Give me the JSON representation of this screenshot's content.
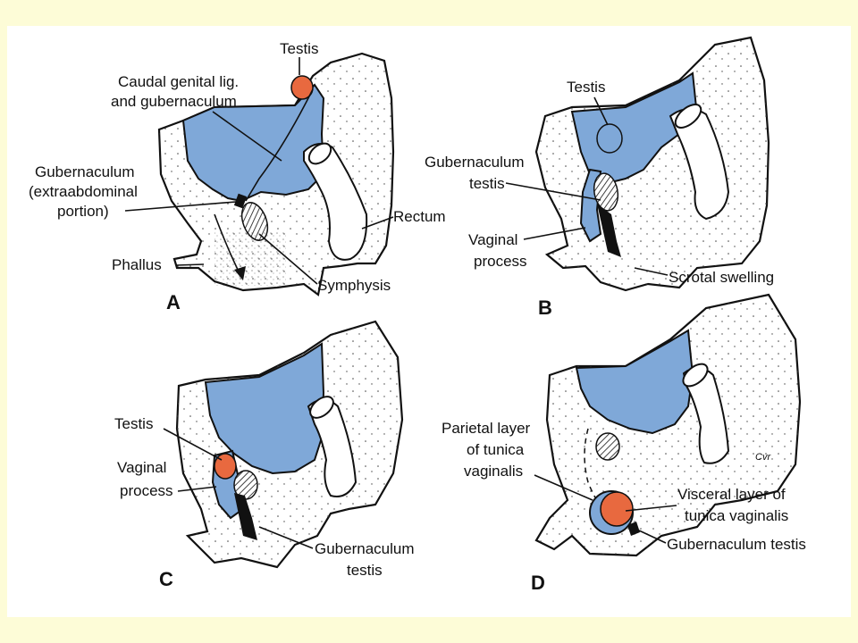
{
  "colors": {
    "background": "#fdfcd7",
    "frame": "#ffffff",
    "peritoneum_blue": "#7fa8d8",
    "testis_orange": "#e8693f"
  },
  "panel_a": {
    "letter": "A",
    "labels": {
      "testis": "Testis",
      "caudal_line1": "Caudal genital lig.",
      "caudal_line2": "and gubernaculum",
      "guber_line1": "Gubernaculum",
      "guber_line2": "(extraabdominal",
      "guber_line3": "portion)",
      "rectum": "Rectum",
      "phallus": "Phallus",
      "symphysis": "Symphysis"
    }
  },
  "panel_b": {
    "letter": "B",
    "labels": {
      "testis": "Testis",
      "guber_line1": "Gubernaculum",
      "guber_line2": "testis",
      "vaginal_line1": "Vaginal",
      "vaginal_line2": "process",
      "scrotal": "Scrotal swelling"
    }
  },
  "panel_c": {
    "letter": "C",
    "labels": {
      "testis": "Testis",
      "vaginal_line1": "Vaginal",
      "vaginal_line2": "process",
      "guber_line1": "Gubernaculum",
      "guber_line2": "testis"
    }
  },
  "panel_d": {
    "letter": "D",
    "signature": "Cvr",
    "labels": {
      "parietal_line1": "Parietal layer",
      "parietal_line2": "of tunica",
      "parietal_line3": "vaginalis",
      "visceral_line1": "Visceral layer of",
      "visceral_line2": "tunica vaginalis",
      "guber": "Gubernaculum testis"
    }
  }
}
